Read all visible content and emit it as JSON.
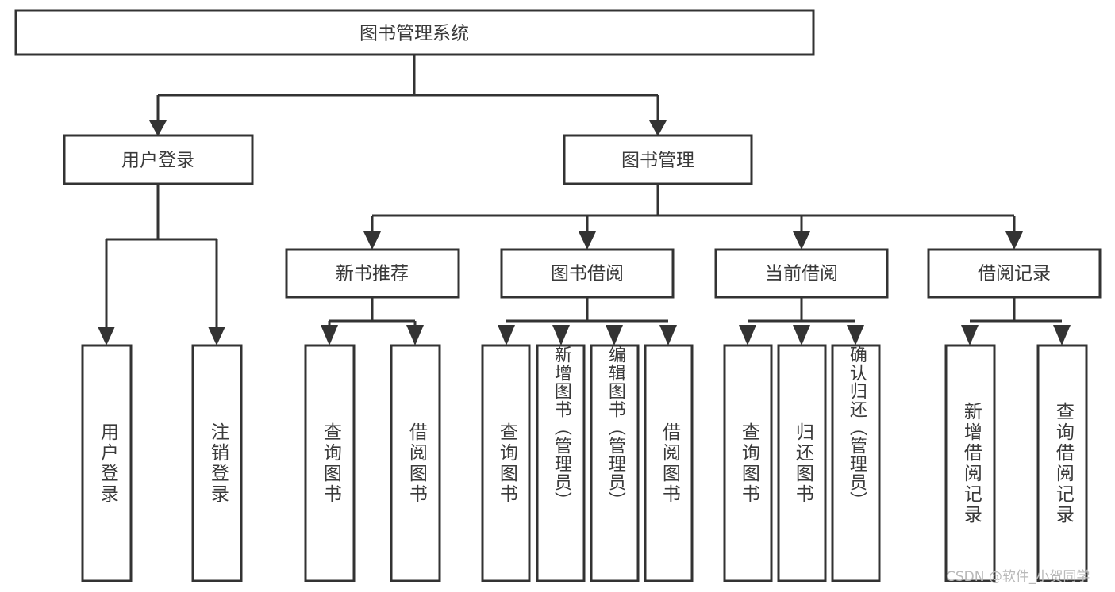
{
  "diagram": {
    "title": "图书管理系统",
    "type": "tree-hierarchy-chart",
    "root": {
      "id": "root",
      "label": "图书管理系统"
    },
    "level1": [
      {
        "id": "user-login",
        "label": "用户登录"
      },
      {
        "id": "book-manage",
        "label": "图书管理"
      }
    ],
    "level2": [
      {
        "id": "new-book-rec",
        "label": "新书推荐",
        "parent": "book-manage"
      },
      {
        "id": "book-borrow",
        "label": "图书借阅",
        "parent": "book-manage"
      },
      {
        "id": "current-borrow",
        "label": "当前借阅",
        "parent": "book-manage"
      },
      {
        "id": "borrow-record",
        "label": "借阅记录",
        "parent": "book-manage"
      }
    ],
    "leaves": [
      {
        "id": "leaf-user-login",
        "label": "用户登录",
        "parent": "user-login"
      },
      {
        "id": "leaf-user-logout",
        "label": "注销登录",
        "parent": "user-login"
      },
      {
        "id": "leaf-query-book-1",
        "label": "查询图书",
        "parent": "new-book-rec"
      },
      {
        "id": "leaf-borrow-book-1",
        "label": "借阅图书",
        "parent": "new-book-rec"
      },
      {
        "id": "leaf-query-book-2",
        "label": "查询图书",
        "parent": "book-borrow"
      },
      {
        "id": "leaf-add-book",
        "label": "新增图书（管理员）",
        "parent": "book-borrow"
      },
      {
        "id": "leaf-edit-book",
        "label": "编辑图书（管理员）",
        "parent": "book-borrow"
      },
      {
        "id": "leaf-borrow-book-2",
        "label": "借阅图书",
        "parent": "book-borrow"
      },
      {
        "id": "leaf-query-book-3",
        "label": "查询图书",
        "parent": "current-borrow"
      },
      {
        "id": "leaf-return-book",
        "label": "归还图书",
        "parent": "current-borrow"
      },
      {
        "id": "leaf-confirm-return",
        "label": "确认归还（管理员）",
        "parent": "current-borrow"
      },
      {
        "id": "leaf-add-record",
        "label": "新增借阅记录",
        "parent": "borrow-record"
      },
      {
        "id": "leaf-query-record",
        "label": "查询借阅记录",
        "parent": "borrow-record"
      }
    ]
  },
  "watermark": {
    "text": "CSDN @软件_小贺同学"
  },
  "colors": {
    "stroke": "#333333",
    "fill": "#ffffff",
    "text": "#3a3a3a",
    "watermark": "#b9b9b9"
  }
}
